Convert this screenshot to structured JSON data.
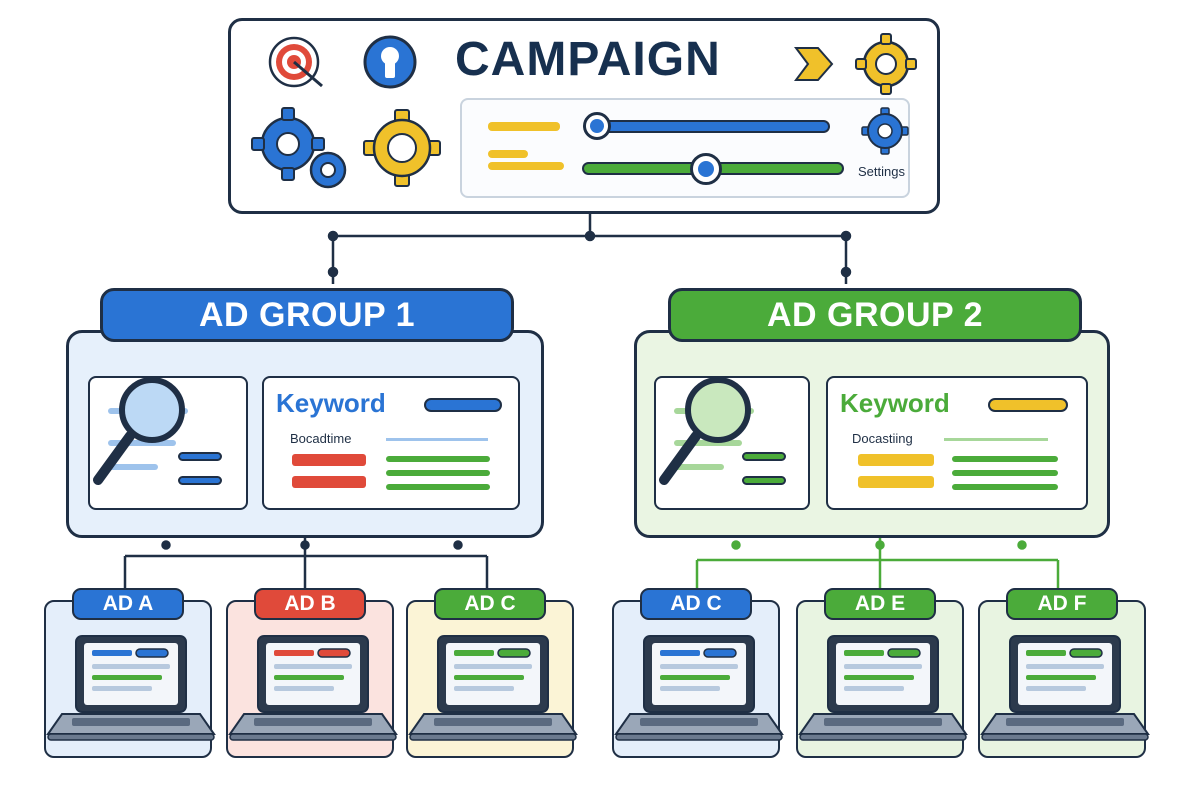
{
  "campaign": {
    "title": "CAMPAIGN",
    "settings_label": "Settings",
    "icons": [
      "target-icon",
      "keyhole-icon",
      "gear-icon",
      "arrow-icon"
    ]
  },
  "groups": [
    {
      "title": "AD GROUP 1",
      "keyword_title": "Keyword",
      "keyword_sub": "Bocadtime",
      "color": "#2a74d4",
      "light": "#e6f0fb",
      "ads": [
        {
          "label": "AD A",
          "color": "#2a74d4",
          "bg": "#e4eefa"
        },
        {
          "label": "AD B",
          "color": "#e04a3a",
          "bg": "#fbe3df"
        },
        {
          "label": "AD C",
          "color": "#4bab3a",
          "bg": "#fbf4d6"
        }
      ]
    },
    {
      "title": "AD GROUP 2",
      "keyword_title": "Keyword",
      "keyword_sub": "Docastiing",
      "color": "#4bab3a",
      "light": "#eaf5e3",
      "ads": [
        {
          "label": "AD C",
          "color": "#2a74d4",
          "bg": "#e4eefa"
        },
        {
          "label": "AD E",
          "color": "#4bab3a",
          "bg": "#e8f4e1"
        },
        {
          "label": "AD F",
          "color": "#4bab3a",
          "bg": "#e8f4e1"
        }
      ]
    }
  ]
}
